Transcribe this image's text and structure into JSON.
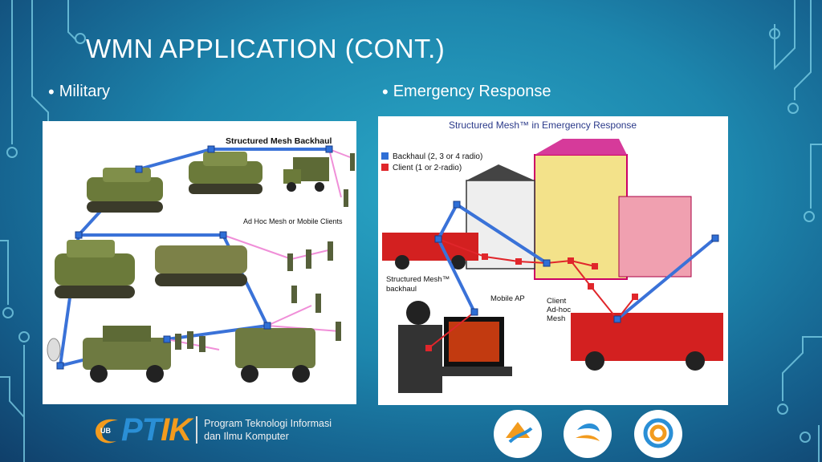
{
  "slide": {
    "title": "WMN APPLICATION (CONT.)",
    "bullets": [
      {
        "text": "Military"
      },
      {
        "text": "Emergency Response"
      }
    ]
  },
  "military_figure": {
    "label_backhaul": "Structured Mesh Backhaul",
    "label_clients": "Ad Hoc Mesh or Mobile Clients"
  },
  "emergency_figure": {
    "title": "Structured Mesh™ in Emergency Response",
    "legend": [
      {
        "text": "Backhaul (2, 3 or 4 radio)",
        "color": "#2f6fd6"
      },
      {
        "text": "Client (1 or 2-radio)",
        "color": "#e0262b"
      }
    ],
    "label_backhaul_1": "Structured Mesh™",
    "label_backhaul_2": "backhaul",
    "label_mobile_ap": "Mobile AP",
    "label_client_1": "Client",
    "label_client_2": "Ad-hoc",
    "label_client_3": "Mesh"
  },
  "footer": {
    "logo_ub": "UB",
    "logo_pt": "PT",
    "logo_ik": "IK",
    "program_line1": "Program Teknologi Informasi",
    "program_line2": "dan Ilmu Komputer"
  },
  "colors": {
    "backhaul_link": "#3a72d8",
    "client_link": "#f08fd8",
    "accent_orange": "#f29b1e",
    "accent_blue": "#2a8fd6"
  }
}
